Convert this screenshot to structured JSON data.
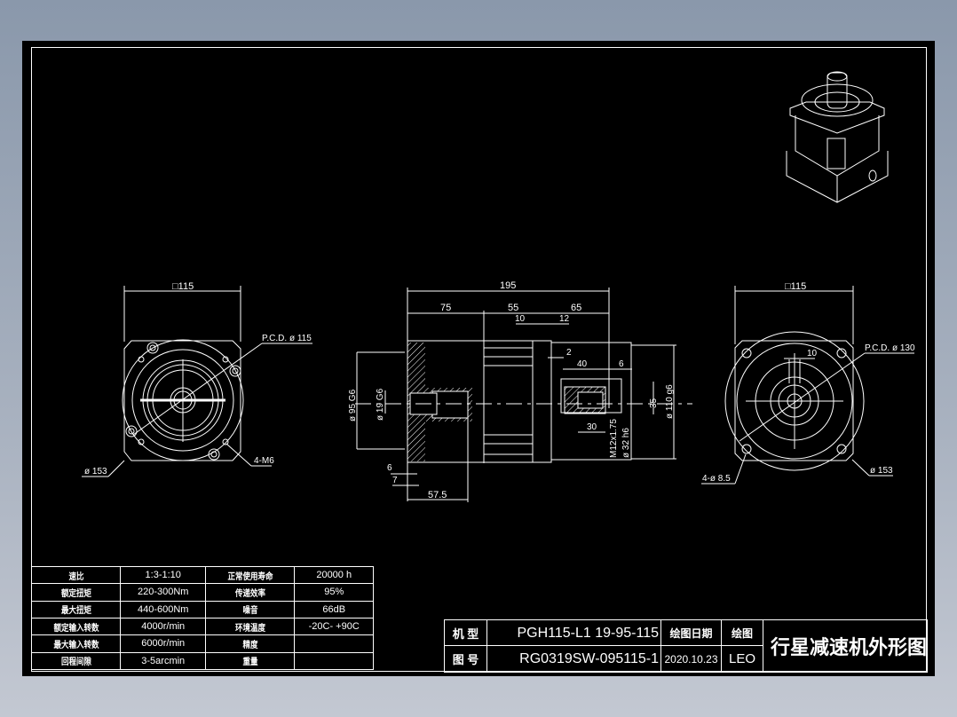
{
  "drawing": {
    "title": "行星减速机外形图",
    "views": {
      "front_left": {
        "square_dim": "□115",
        "pcd_label": "P.C.D. ø 115",
        "outer_dia": "ø 153",
        "holes_label": "4-M6"
      },
      "side_section": {
        "overall_length": "195",
        "segment_1": "75",
        "segment_2": "55",
        "segment_3": "65",
        "flange_10": "10",
        "flange_12": "12",
        "gap_2": "2",
        "key_length": "40",
        "key_offset": "6",
        "bore_depth": "30",
        "shaft_height_35": "35",
        "shaft_dia": "ø 110 g6",
        "shaft_dia_32": "ø 32 h6",
        "thread": "M12x1.75",
        "input_bore": "ø 95 G6",
        "input_shaft": "ø 19 G6",
        "dim_6": "6",
        "dim_7": "7",
        "dim_57_5": "57.5"
      },
      "front_right": {
        "square_dim": "□115",
        "pcd_label": "P.C.D. ø 130",
        "outer_dia": "ø 153",
        "holes_label": "4-ø 8.5",
        "key_width": "10"
      }
    }
  },
  "spec_table": {
    "rows": [
      {
        "label1": "速比",
        "value1": "1:3-1:10",
        "label2": "正常使用寿命",
        "value2": "20000 h"
      },
      {
        "label1": "额定扭矩",
        "value1": "220-300Nm",
        "label2": "传递效率",
        "value2": "95%"
      },
      {
        "label1": "最大扭矩",
        "value1": "440-600Nm",
        "label2": "噪音",
        "value2": "66dB"
      },
      {
        "label1": "额定输入转数",
        "value1": "4000r/min",
        "label2": "环境温度",
        "value2": "-20C- +90C"
      },
      {
        "label1": "最大输入转数",
        "value1": "6000r/min",
        "label2": "精度",
        "value2": ""
      },
      {
        "label1": "回程间隙",
        "value1": "3-5arcmin",
        "label2": "重量",
        "value2": ""
      }
    ]
  },
  "title_block": {
    "model_label": "机 型",
    "model_value": "PGH115-L1 19-95-115",
    "drawing_no_label": "图 号",
    "drawing_no_value": "RG0319SW-095115-1",
    "date_label": "绘图日期",
    "date_value": "2020.10.23",
    "drawn_by_label": "绘图",
    "drawn_by_value": "LEO",
    "title": "行星减速机外形图"
  }
}
